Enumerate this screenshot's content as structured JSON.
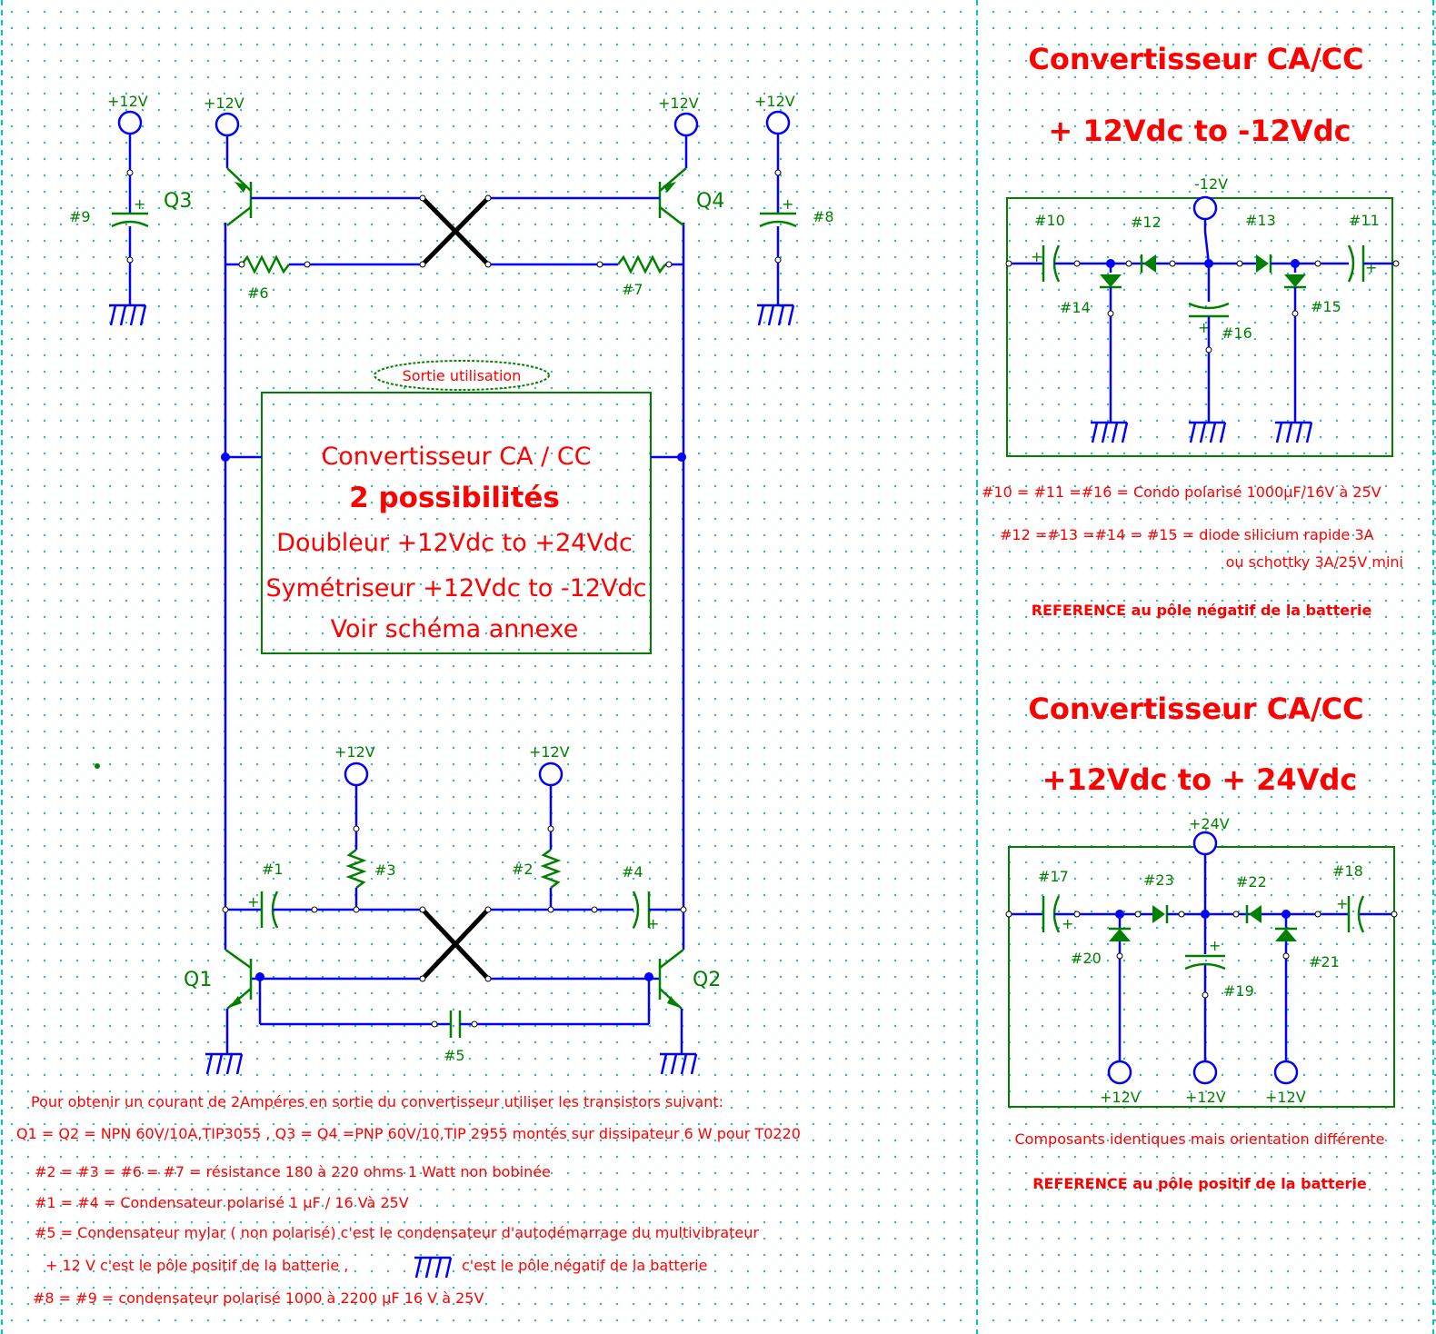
{
  "colors": {
    "wire": "#0000ff",
    "component": "#008000",
    "text": "#ff0000",
    "grid": "#38b8b8",
    "cross": "#000000"
  },
  "icons": [
    "ground-icon",
    "supply-terminal-icon",
    "capacitor-icon",
    "resistor-icon",
    "diode-icon",
    "transistor-icon"
  ],
  "main": {
    "supply_label": "+12V",
    "transistors": {
      "q1": "Q1",
      "q2": "Q2",
      "q3": "Q3",
      "q4": "Q4"
    },
    "components": {
      "c1": "#1",
      "r2": "#2",
      "r3": "#3",
      "c4": "#4",
      "c5": "#5",
      "r6": "#6",
      "r7": "#7",
      "c8": "#8",
      "c9": "#9"
    },
    "output_label": "Sortie utilisation",
    "box": {
      "line1": "Convertisseur CA / CC",
      "line2": "2 possibilités",
      "line3": "Doubleur +12Vdc to +24Vdc",
      "line4": "Symétriseur +12Vdc to -12Vdc",
      "line5": "Voir schéma annexe"
    }
  },
  "notes": [
    "Pour obtenir un courant de 2Ampéres en sortie du convertisseur utiliser les transistors suivant:",
    "Q1 = Q2 =  NPN 60V/10A,TIP3055 , Q3 = Q4 =PNP 60V/10,TIP 2955 montés sur dissipateur 6 W pour T0220",
    "#2 = #3 = #6 = #7 = résistance 180 à 220 ohms 1 Watt non bobinée",
    "#1 = #4 =  Condensateur polarisé 1 µF / 16 Và 25V",
    "#5 = Condensateur mylar ( non polarisé) c'est le condensateur d'autodémarrage du multivibrateur",
    "+ 12 V c'est le pôle positif de la batterie ,",
    "c'est le pôle négatif de la batterie",
    "#8 = #9 = condensateur polarisé 1000 à 2200 µF 16 V à 25V"
  ],
  "negative_converter": {
    "title": "Convertisseur CA/CC",
    "subtitle": "+ 12Vdc to -12Vdc",
    "terminal": "-12V",
    "labels": {
      "c10": "#10",
      "c11": "#11",
      "d12": "#12",
      "d13": "#13",
      "d14": "#14",
      "d15": "#15",
      "c16": "#16"
    },
    "note1": "#10 = #11 =#16 = Condo polarisé 1000µF/16V à 25V",
    "note2": "#12 =#13 =#14 = #15 = diode silicium rapide 3A",
    "note3": "ou schottky 3A/25V mini",
    "reference": "REFERENCE au pôle négatif de la batterie"
  },
  "positive_converter": {
    "title": "Convertisseur CA/CC",
    "subtitle": "+12Vdc to + 24Vdc",
    "terminal": "+24V",
    "bottom_terminals": [
      "+12V",
      "+12V",
      "+12V"
    ],
    "labels": {
      "c17": "#17",
      "c18": "#18",
      "c19": "#19",
      "d20": "#20",
      "d21": "#21",
      "d22": "#22",
      "d23": "#23"
    },
    "note1": "Composants identiques  mais orientation différente",
    "reference": "REFERENCE au pôle positif de la batterie"
  }
}
